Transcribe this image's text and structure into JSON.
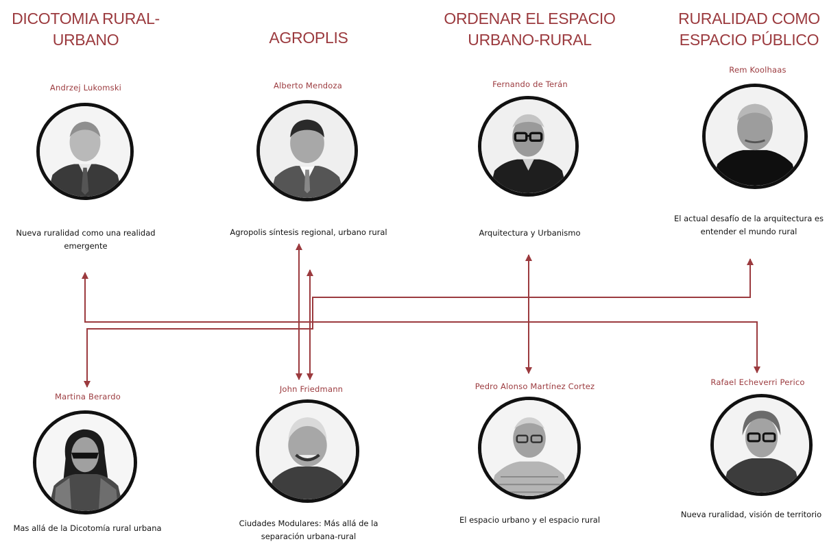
{
  "headers": {
    "col1": "DICOTOMIA RURAL-\nURBANO",
    "col2": "AGROPLIS",
    "col3": "ORDENAR EL ESPACIO\nURBANO-RURAL",
    "col4": "RURALIDAD COMO\nESPACIO PÚBLICO"
  },
  "top_authors": [
    {
      "name": "Andrzej  Lukomski",
      "description": "Nueva ruralidad  como una realidad emergente",
      "icon": "portrait-photo-icon"
    },
    {
      "name": "Alberto  Mendoza",
      "description": "Agropolis síntesis regional,  urbano rural",
      "icon": "portrait-photo-icon"
    },
    {
      "name": "Fernando  de Terán",
      "description": "Arquitectura  y Urbanismo",
      "icon": "portrait-photo-icon"
    },
    {
      "name": "Rem  Koolhaas",
      "description": "El actual desafío de la arquitectura es entender  el mundo rural",
      "icon": "portrait-photo-icon"
    }
  ],
  "bottom_authors": [
    {
      "name": "Martina  Berardo",
      "description": "Mas allá de la Dicotomía rural urbana",
      "icon": "portrait-photo-icon"
    },
    {
      "name": "John  Friedmann",
      "description": "Ciudades  Modulares:  Más allá de la separación urbana-rural",
      "icon": "portrait-photo-icon"
    },
    {
      "name": "Pedro  Alonso  Martínez  Cortez",
      "description": "El espacio urbano  y el espacio rural",
      "icon": "portrait-photo-icon"
    },
    {
      "name": "Rafael  Echeverri  Perico",
      "description": "Nueva ruralidad,  visión de territorio",
      "icon": "portrait-photo-icon"
    }
  ],
  "colors": {
    "accent": "#9b3a3e",
    "arrow": "#9b3a3e",
    "ring": "#111111"
  }
}
